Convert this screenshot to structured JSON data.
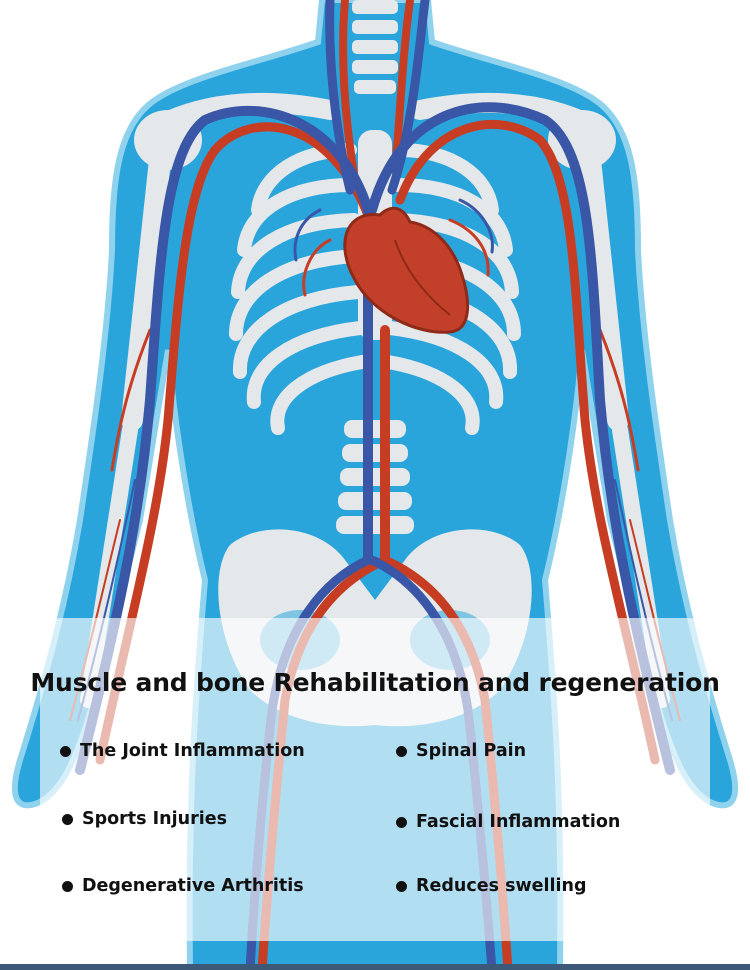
{
  "heading": "Muscle and bone Rehabilitation and regeneration",
  "benefits": [
    "The Joint Inflammation",
    "Spinal Pain",
    "Sports Injuries",
    "Fascial Inflammation",
    "Degenerative Arthritis",
    "Reduces swelling"
  ],
  "colors": {
    "body_silhouette": "#2aa5dc",
    "skin_outline": "#8fd2ee",
    "bone": "#e5e8ea",
    "vein": "#3a56a6",
    "artery": "#c63d24",
    "heart": "#c2402a",
    "panel": "#ffffff",
    "text": "#111111",
    "bottom_bar": "#3c5a77"
  }
}
